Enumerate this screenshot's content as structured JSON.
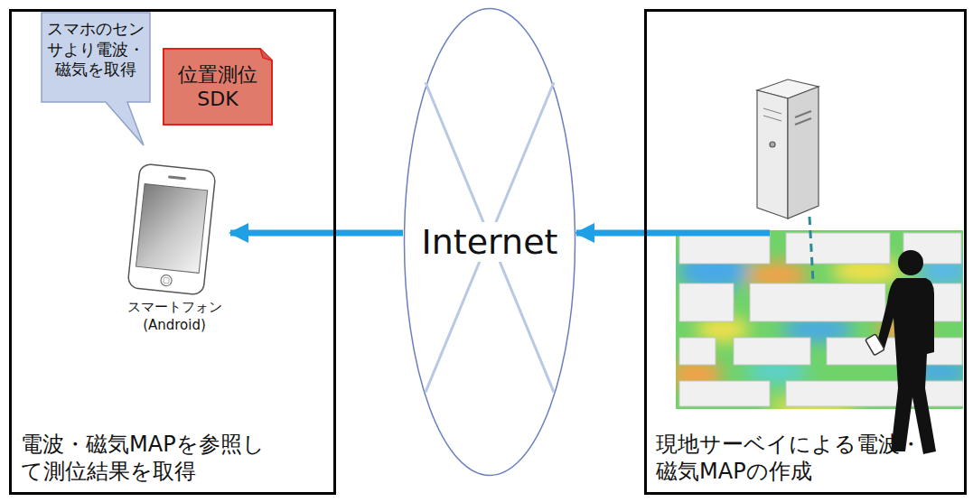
{
  "diagram": {
    "nodes": [
      {
        "text": [
          "電波・磁気MAPを参照して測位結果を取得"
        ]
      },
      {
        "text": [
          "スマホのセンサより電波・磁気を取得"
        ],
        "in": 0
      },
      {
        "text": [
          "位置測位 SDK"
        ],
        "in": 0
      },
      {
        "text": [
          "スマートフォン (Android)"
        ],
        "in": 0
      },
      {
        "text": [
          "Internet"
        ]
      },
      {
        "text": [
          "現地サーベイによる電波・磁気MAPの作成"
        ]
      }
    ],
    "edges": [
      {
        "from": 5,
        "to": 4,
        "arrow": "to"
      },
      {
        "from": 4,
        "to": 3,
        "arrow": "to"
      }
    ]
  }
}
